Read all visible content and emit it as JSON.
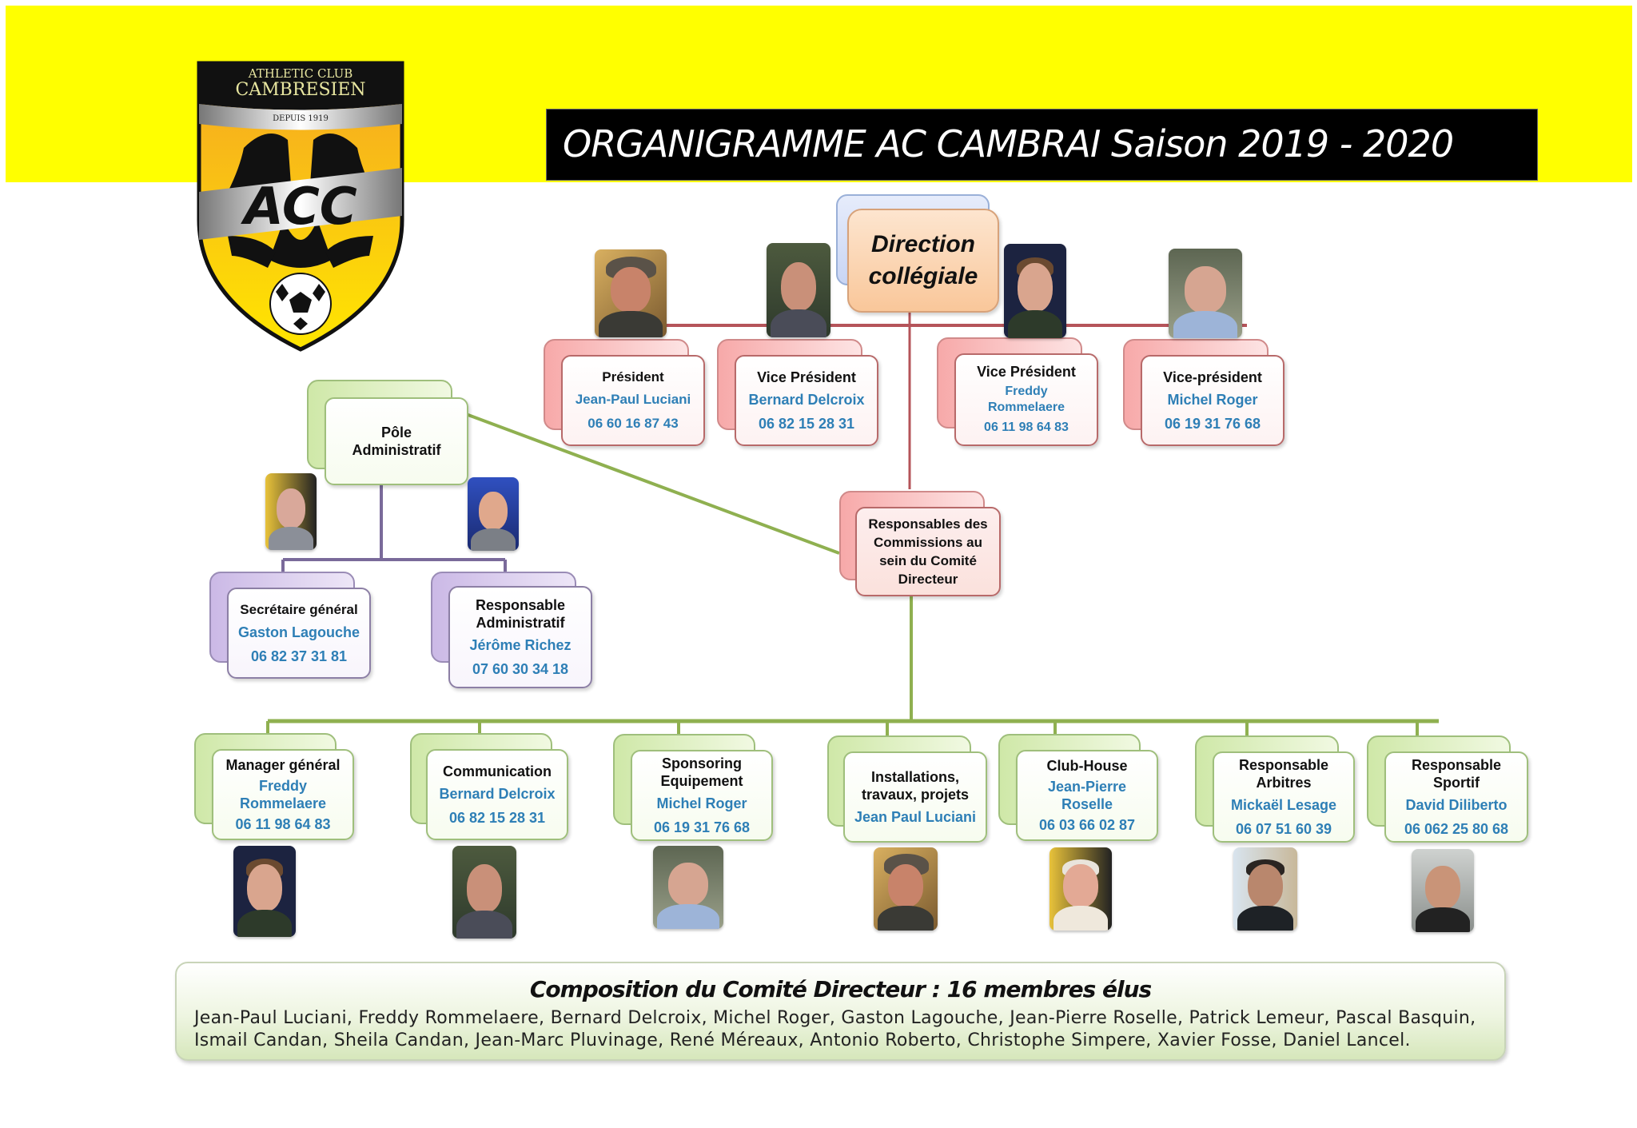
{
  "header": {
    "title": "ORGANIGRAMME AC CAMBRAI  Saison 2019 - 2020",
    "band_color": "#ffff00",
    "title_bg": "#000000"
  },
  "logo": {
    "line1": "ATHLETIC CLUB",
    "line2": "CAMBRESIEN",
    "since": "DEPUIS 1919",
    "acronym": "ACC",
    "icons": [
      "eagle-icon",
      "football-icon"
    ]
  },
  "direction": {
    "label_line1": "Direction",
    "label_line2": "collégiale"
  },
  "board": [
    {
      "role": "Président",
      "name": "Jean-Paul Luciani",
      "phone": "06 60 16 87 43"
    },
    {
      "role": "Vice Président",
      "name": "Bernard Delcroix",
      "phone": "06 82 15 28 31"
    },
    {
      "role": "Vice Président",
      "name": "Freddy Rommelaere",
      "phone": "06 11 98 64 83"
    },
    {
      "role": "Vice-président",
      "name": "Michel Roger",
      "phone": "06 19 31 76 68"
    }
  ],
  "admin": {
    "pole": {
      "label_line1": "Pôle",
      "label_line2": "Administratif"
    },
    "members": [
      {
        "role": "Secrétaire général",
        "name": "Gaston Lagouche",
        "phone": "06 82 37 31 81"
      },
      {
        "role": "Responsable Administratif",
        "name": "Jérôme Richez",
        "phone": "07 60 30 34 18"
      }
    ]
  },
  "commissions": {
    "label": "Responsables des Commissions au sein du Comité Directeur",
    "items": [
      {
        "role": "Manager général",
        "name": "Freddy Rommelaere",
        "phone": "06 11 98 64 83"
      },
      {
        "role": "Communication",
        "name": "Bernard Delcroix",
        "phone": "06 82 15 28 31"
      },
      {
        "role": "Sponsoring Equipement",
        "name": "Michel Roger",
        "phone": "06 19 31 76 68"
      },
      {
        "role": "Installations, travaux, projets",
        "name": "Jean Paul Luciani",
        "phone": ""
      },
      {
        "role": "Club-House",
        "name": "Jean-Pierre Roselle",
        "phone": "06 03 66 02 87"
      },
      {
        "role": "Responsable Arbitres",
        "name": "Mickaël Lesage",
        "phone": "06 07 51 60 39"
      },
      {
        "role": "Responsable Sportif",
        "name": "David Diliberto",
        "phone": "06 062 25 80 68"
      }
    ]
  },
  "composition": {
    "title": "Composition du Comité Directeur : 16 membres élus",
    "line1": "Jean-Paul Luciani, Freddy Rommelaere, Bernard Delcroix, Michel Roger, Gaston Lagouche, Jean-Pierre Roselle, Patrick Lemeur, Pascal Basquin,",
    "line2": "Ismail Candan, Sheila Candan, Jean-Marc Pluvinage, René Méreaux, Antonio Roberto, Christophe Simpere, Xavier Fosse, Daniel Lancel."
  },
  "colors": {
    "name_text": "#2e7fb6",
    "board_line": "#b5545a",
    "commission_line": "#8fb050",
    "admin_line": "#7a6a9a"
  }
}
